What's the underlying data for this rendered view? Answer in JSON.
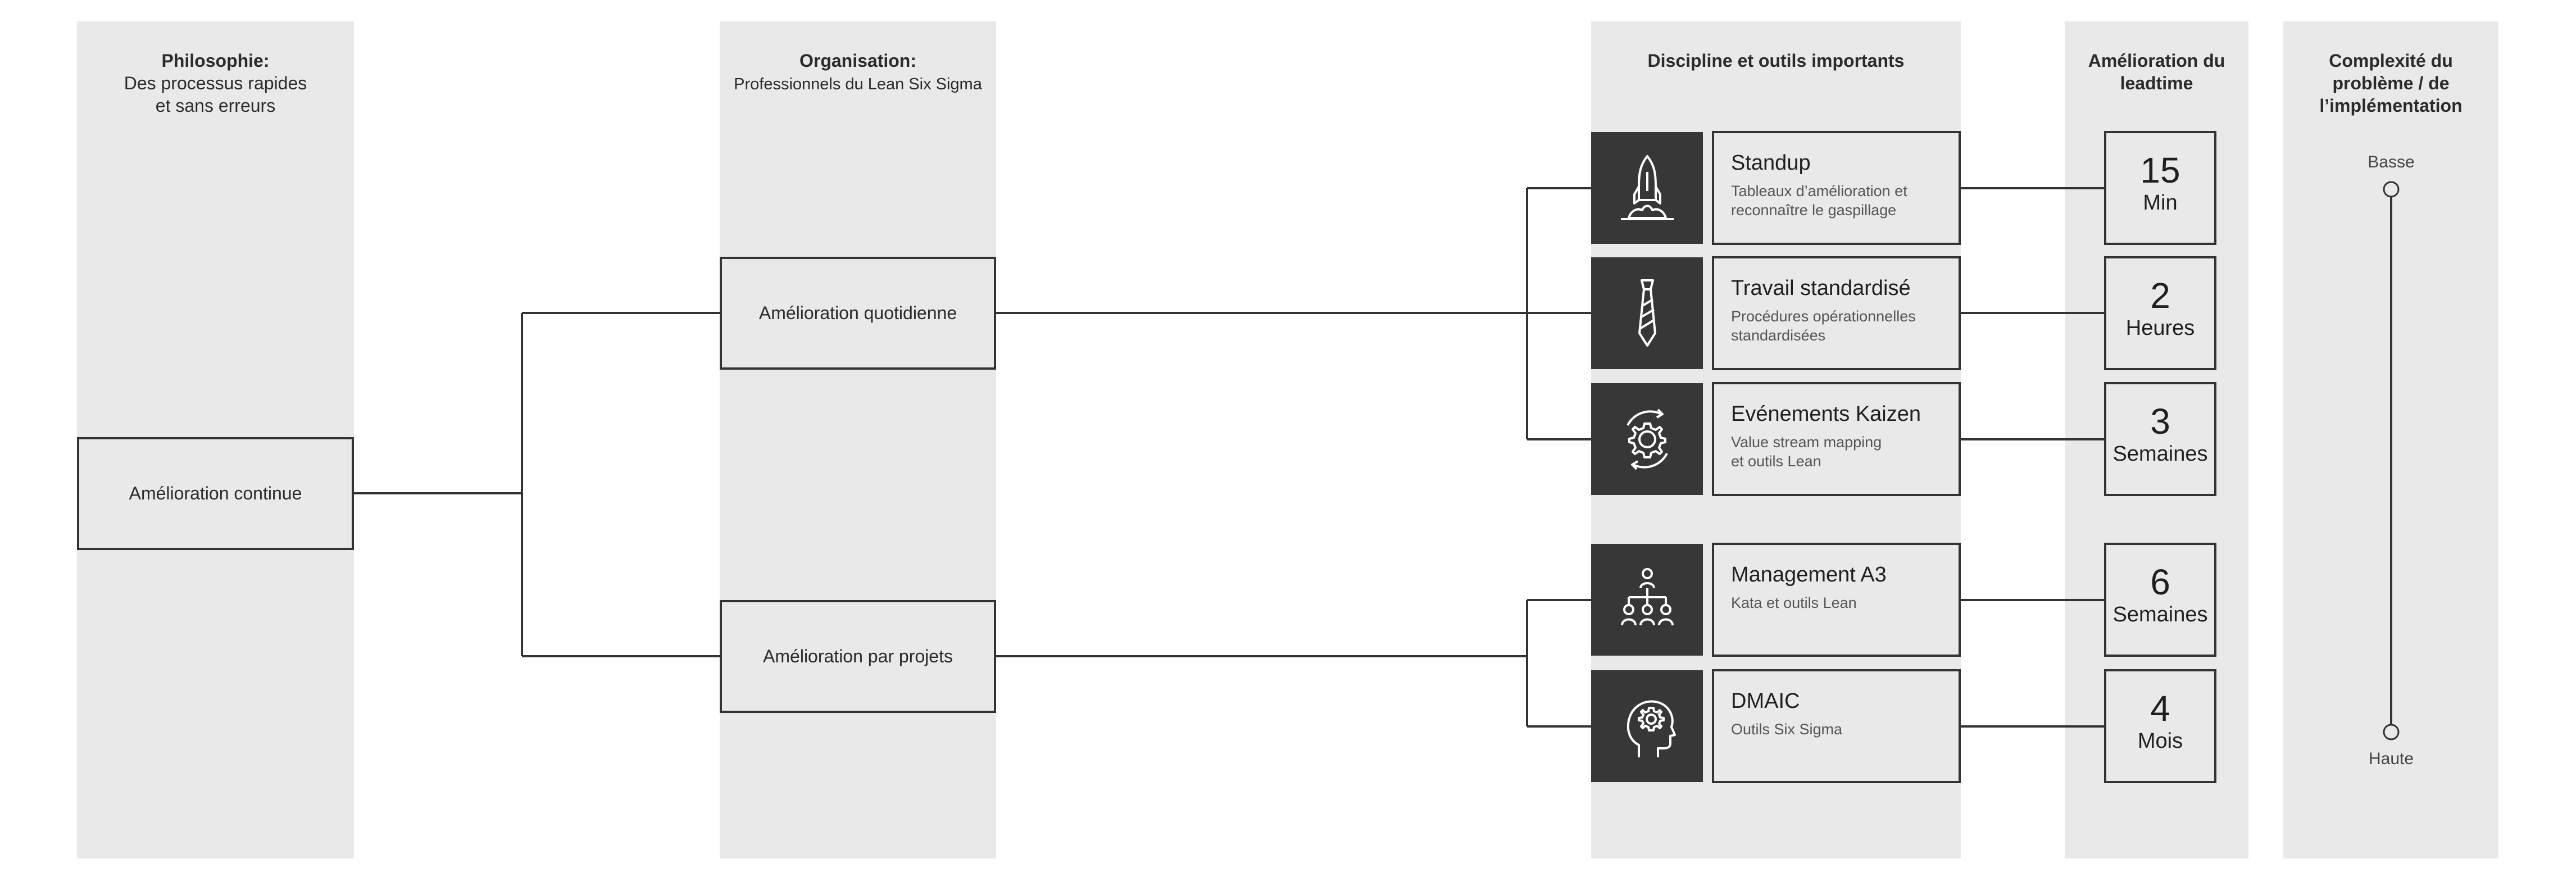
{
  "columns": {
    "philosophie": {
      "title": "Philosophie:",
      "sub": "Des processus rapides\net sans erreurs"
    },
    "organisation": {
      "title": "Organisation:",
      "sub": "Professionnels du Lean Six Sigma"
    },
    "discipline": {
      "title": "Discipline et outils importants"
    },
    "leadtime": {
      "title": "Amélioration du\nleadtime"
    },
    "complexite": {
      "title": "Complexité du\nproblème / de\nl’implémentation"
    }
  },
  "root": {
    "label": "Amélioration continue"
  },
  "branches": [
    {
      "label": "Amélioration quotidienne"
    },
    {
      "label": "Amélioration par projets"
    }
  ],
  "tools": [
    {
      "icon": "rocket-icon",
      "title": "Standup",
      "desc": "Tableaux d’amélioration et\nreconnaître le gaspillage",
      "lt_num": "15",
      "lt_unit": "Min"
    },
    {
      "icon": "tie-icon",
      "title": "Travail standardisé",
      "desc": "Procédures opérationnelles\nstandardisées",
      "lt_num": "2",
      "lt_unit": "Heures"
    },
    {
      "icon": "gear-cycle-icon",
      "title": "Evénements Kaizen",
      "desc": "Value stream mapping\net outils Lean",
      "lt_num": "3",
      "lt_unit": "Semaines"
    },
    {
      "icon": "team-hierarchy-icon",
      "title": "Management A3",
      "desc": "Kata et outils Lean",
      "lt_num": "6",
      "lt_unit": "Semaines"
    },
    {
      "icon": "head-gear-icon",
      "title": "DMAIC",
      "desc": "Outils Six Sigma",
      "lt_num": "4",
      "lt_unit": "Mois"
    }
  ],
  "scale": {
    "top": "Basse",
    "bottom": "Haute"
  },
  "colors": {
    "panel": "#e8e9e8",
    "dark": "#373737",
    "line": "#333333"
  }
}
